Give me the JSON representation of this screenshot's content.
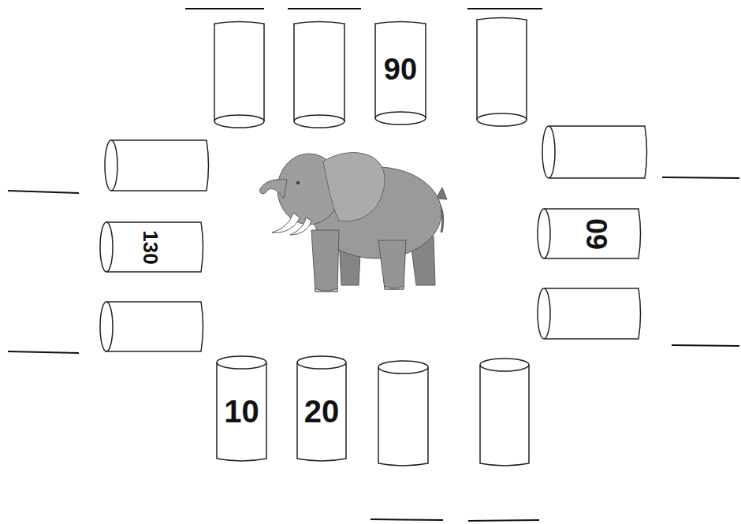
{
  "diagram": {
    "nodes": [
      {
        "text": [
          "90"
        ]
      },
      {
        "text": [
          "130"
        ]
      },
      {
        "text": [
          "60"
        ]
      },
      {
        "text": [
          "10"
        ]
      },
      {
        "text": [
          "20"
        ]
      }
    ]
  }
}
